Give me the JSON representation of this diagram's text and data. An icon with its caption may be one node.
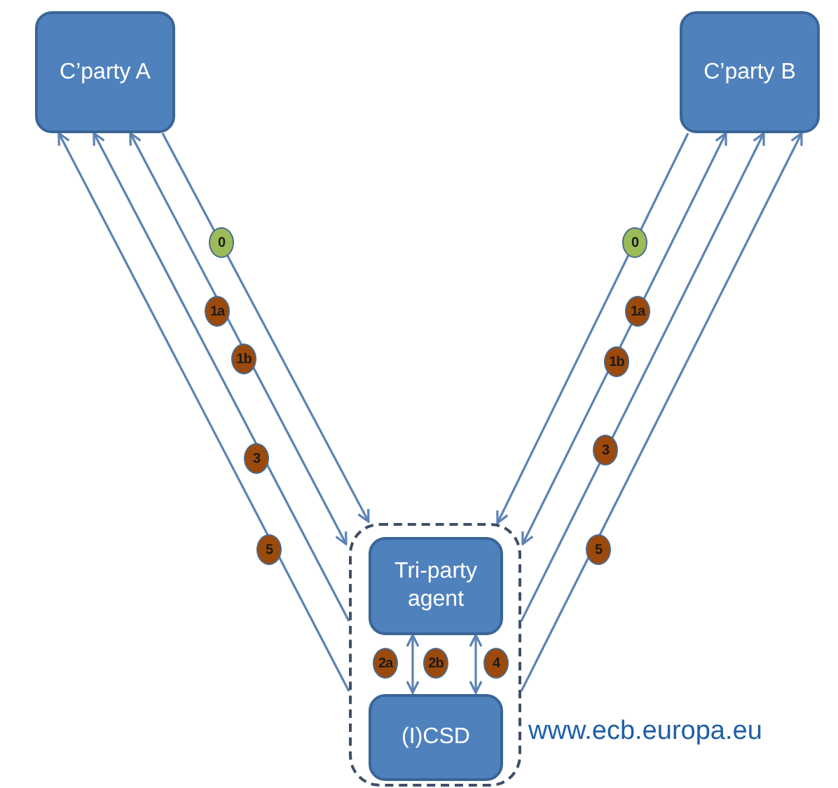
{
  "diagram": {
    "nodes": [
      {
        "text": [
          "C’party A"
        ]
      },
      {
        "text": [
          "C’party B"
        ]
      },
      {
        "text": [],
        "shape": "box"
      },
      {
        "text": [
          "Tri-party agent"
        ],
        "in": 2
      },
      {
        "text": [
          "(I)CSD"
        ],
        "in": 2
      }
    ],
    "edges": [
      {
        "from": 0,
        "to": 2,
        "arrow": "to",
        "label": "0"
      },
      {
        "from": 0,
        "to": 2,
        "arrow": "both",
        "label": "1a"
      },
      {
        "from": 2,
        "to": 0,
        "arrow": "to",
        "label": "3"
      },
      {
        "from": 2,
        "to": 0,
        "arrow": "to",
        "label": "5"
      },
      {
        "from": 1,
        "to": 2,
        "arrow": "to",
        "label": "0"
      },
      {
        "from": 1,
        "to": 2,
        "arrow": "both",
        "label": "1a"
      },
      {
        "from": 2,
        "to": 1,
        "arrow": "to",
        "label": "3"
      },
      {
        "from": 2,
        "to": 1,
        "arrow": "to",
        "label": "5"
      },
      {
        "from": 3,
        "to": 4,
        "arrow": "both",
        "label": "2a"
      },
      {
        "from": 3,
        "to": 4,
        "arrow": "both",
        "label": "4"
      }
    ],
    "labels": [
      "1b",
      "1b",
      "2b",
      "www.ecb.europa.eu"
    ]
  }
}
